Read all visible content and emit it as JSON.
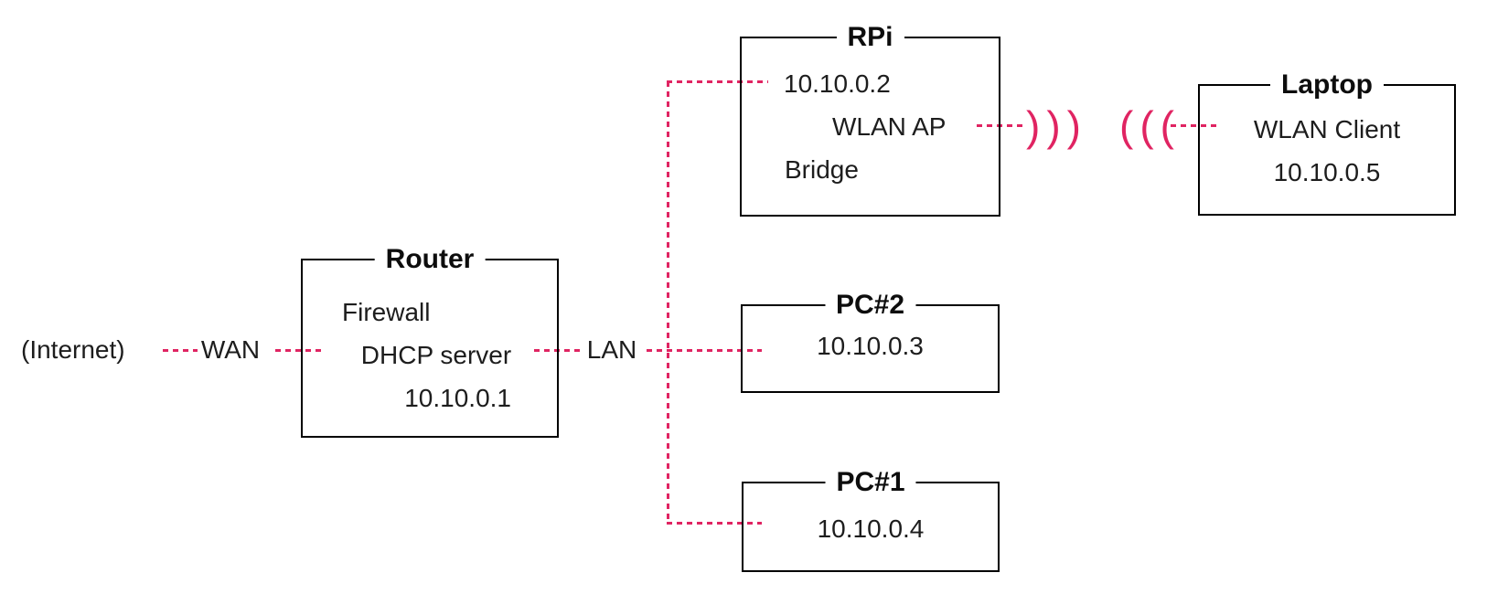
{
  "colors": {
    "accent": "#e02462",
    "box_border": "#000000",
    "text": "#1d1d1d"
  },
  "labels": {
    "internet": "(Internet)",
    "wan": "WAN",
    "lan": "LAN"
  },
  "wireless": {
    "ap_waves": ")))",
    "client_waves": "((("
  },
  "nodes": {
    "router": {
      "title": "Router",
      "lines": [
        "Firewall",
        "DHCP server",
        "10.10.0.1"
      ]
    },
    "rpi": {
      "title": "RPi",
      "lines": [
        "10.10.0.2",
        "WLAN AP",
        "Bridge"
      ]
    },
    "pc2": {
      "title": "PC#2",
      "lines": [
        "10.10.0.3"
      ]
    },
    "pc1": {
      "title": "PC#1",
      "lines": [
        "10.10.0.4"
      ]
    },
    "laptop": {
      "title": "Laptop",
      "lines": [
        "WLAN Client",
        "10.10.0.5"
      ]
    }
  }
}
